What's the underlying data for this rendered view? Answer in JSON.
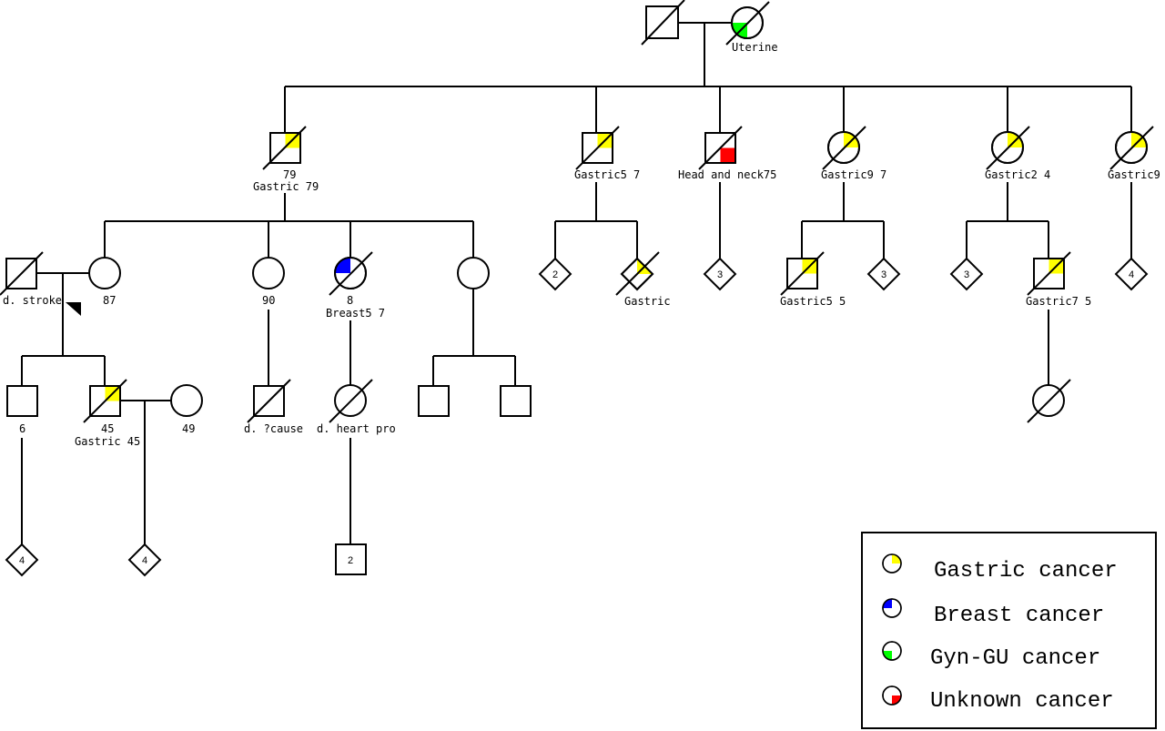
{
  "colors": {
    "gastric": "#ffff00",
    "breast": "#0000ff",
    "gyn_gu": "#00ff00",
    "unknown": "#ff0000",
    "line": "#000000"
  },
  "labels": {
    "uterine": "Uterine",
    "g2_79_age": "79",
    "g2_79_text": "Gastric   79",
    "g2_gastric57": "Gastric5  7",
    "g2_headneck": "Head and neck75",
    "g2_gastric97": "Gastric9  7",
    "g2_gastric24": "Gastric2  4",
    "g2_gastric9": "Gastric9",
    "g3_stroke": "d. stroke",
    "g3_87": "87",
    "g3_90": "90",
    "g3_breast_age": "8",
    "g3_breast_text": "Breast5 7",
    "g3_gastric": "Gastric",
    "g3_gastric55": "Gastric5  5",
    "g3_gastric75": "Gastric7  5",
    "g4_6": "6",
    "g4_45_age": "45",
    "g4_45_text": "Gastric   45",
    "g4_49": "49",
    "g4_cause": "d. ?cause",
    "g4_heart": "d. heart pro"
  },
  "counts": {
    "g3_a": "2",
    "g3_b": "3",
    "g3_c": "3",
    "g3_d": "3",
    "g3_e": "4",
    "g5_a": "4",
    "g5_b": "4",
    "g5_c": "2"
  },
  "legend": {
    "items": [
      {
        "label": "Gastric cancer",
        "color_key": "gastric"
      },
      {
        "label": "Breast cancer",
        "color_key": "breast"
      },
      {
        "label": "Gyn-GU cancer",
        "color_key": "gyn_gu"
      },
      {
        "label": "Unknown cancer",
        "color_key": "unknown"
      }
    ]
  }
}
